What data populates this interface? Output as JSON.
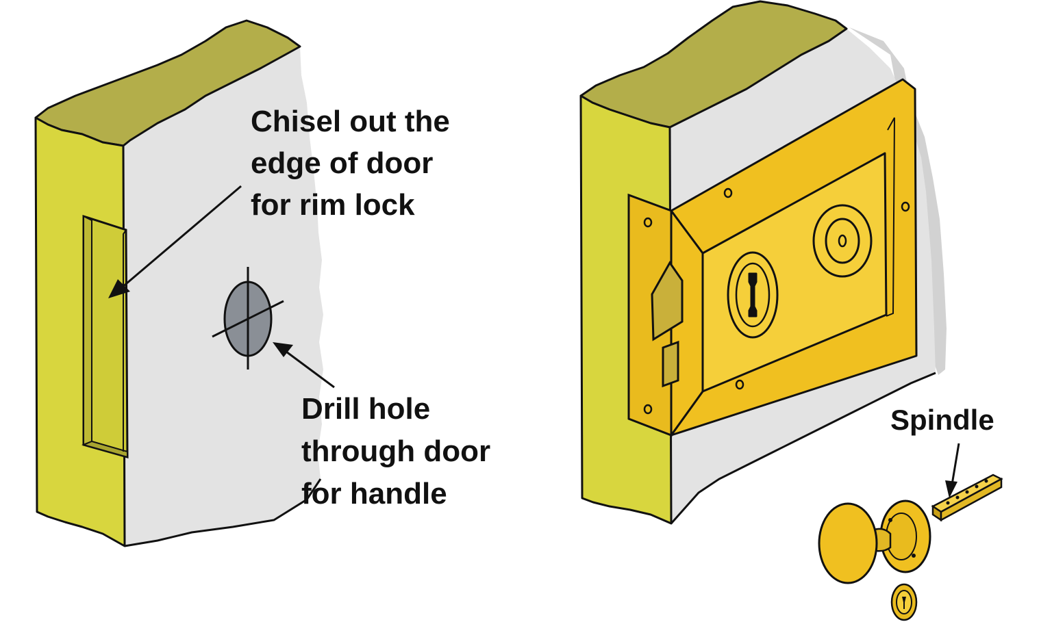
{
  "labels": {
    "chisel": [
      "Chisel out the",
      "edge of door",
      "for rim lock"
    ],
    "drill": [
      "Drill hole",
      "through door",
      "for handle"
    ],
    "spindle": "Spindle"
  },
  "colors": {
    "door_edge": "#d8d63e",
    "door_top": "#b3ae4a",
    "door_face": "#e3e3e3",
    "door_shadow": "#d2d2d2",
    "hole": "#8a8f96",
    "brass": "#f0c020",
    "brass_dark": "#d9a812",
    "brass_light": "#f5cf3a",
    "outline": "#111111"
  },
  "icons": {
    "left_door": "door-edge-mortise-icon",
    "hole": "drilled-hole-icon",
    "right_door": "door-with-rim-lock-icon",
    "rim_lock": "rim-lock-icon",
    "knob": "door-knob-icon",
    "spindle": "spindle-icon",
    "escutcheon": "keyhole-escutcheon-icon"
  }
}
